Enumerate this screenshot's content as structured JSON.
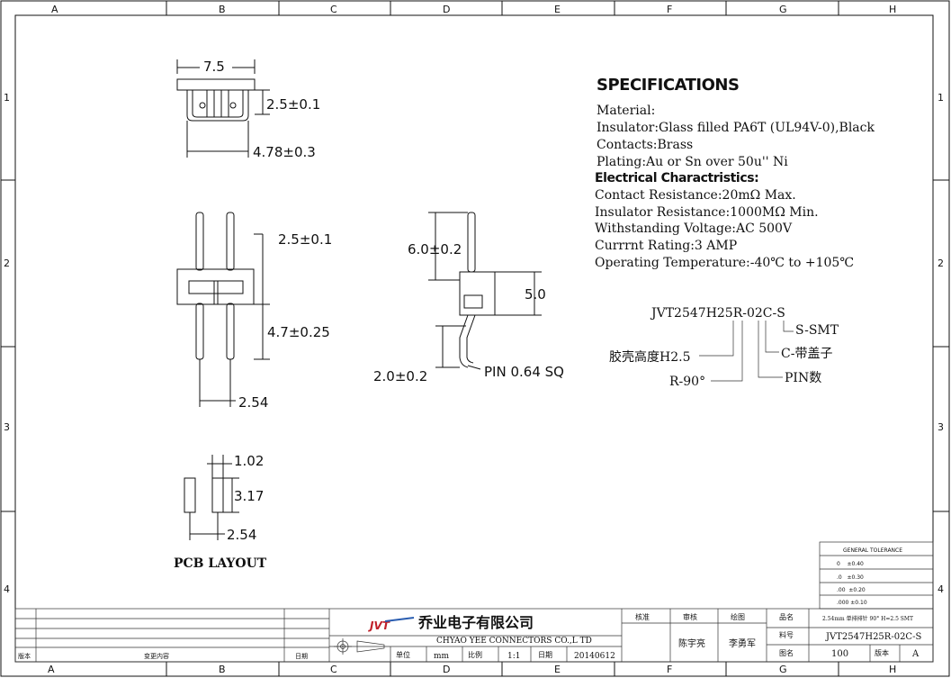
{
  "frame": {
    "columns": [
      "A",
      "B",
      "C",
      "D",
      "E",
      "F",
      "G",
      "H"
    ],
    "rows": [
      "1",
      "2",
      "3",
      "4"
    ]
  },
  "dims": {
    "top_width": "7.5",
    "top_pitch": "2.5±0.1",
    "top_depth": "4.78±0.3",
    "front_pitch": "2.5±0.1",
    "front_height": "4.7±0.25",
    "front_spacing": "2.54",
    "side_upper": "6.0±0.2",
    "side_body": "5.0",
    "side_lower": "2.0±0.2",
    "pin_note": "PIN 0.64 SQ",
    "pcb_pad_w": "1.02",
    "pcb_pad_h": "3.17",
    "pcb_pitch": "2.54",
    "pcb_title": "PCB LAYOUT"
  },
  "specs": {
    "heading": "SPECIFICATIONS",
    "material_label": "Material:",
    "insulator": "Insulator:Glass filled PA6T (UL94V-0),Black",
    "contacts": "Contacts:Brass",
    "plating": "Plating:Au or Sn over 50u'' Ni",
    "electrical_heading": "Electrical Charactristics:",
    "contact_resistance": "Contact Resistance:20mΩ Max.",
    "insulator_resistance": "Insulator Resistance:1000MΩ Min.",
    "withstanding_voltage": "Withstanding Voltage:AC 500V",
    "current_rating": "Currrnt Rating:3 AMP",
    "operating_temp": "Operating Temperature:-40℃ to +105℃"
  },
  "part_code": {
    "code": "JVT2547H25R-02C-S",
    "s_label": "S-SMT",
    "c_label": "C-带盖子",
    "height_label": "胶壳高度H2.5",
    "pin_label": "PIN数",
    "r_label": "R-90°"
  },
  "tolerance": {
    "title": "GENERAL TOLERANCE",
    "rows": [
      "0    ±0.40",
      ".0   ±0.30",
      ".00  ±0.20",
      ".000 ±0.10"
    ]
  },
  "title_block": {
    "company_cn": "乔业电子有限公司",
    "company_en": "CHYAO YEE CONNECTORS CO.,L TD",
    "logo_text": "JVT",
    "revision_label": "版本",
    "change_content_label": "变更内容",
    "date_label": "日期",
    "unit_label": "单位",
    "unit_value": "mm",
    "scale_label": "比例",
    "scale_value": "1:1",
    "date2_label": "日期",
    "date_value": "20140612",
    "approve_label": "核准",
    "review_label": "审核",
    "draw_label": "绘图",
    "reviewer": "陈宇亮",
    "drafter": "李勇军",
    "product_name_label": "品名",
    "product_name": "2.54mm 单排排针 90° H=2.5 SMT",
    "material_no_label": "料号",
    "material_no": "JVT2547H25R-02C-S",
    "drawing_no_label": "图名",
    "drawing_no": "100",
    "version_label": "版本",
    "version_value": "A"
  }
}
